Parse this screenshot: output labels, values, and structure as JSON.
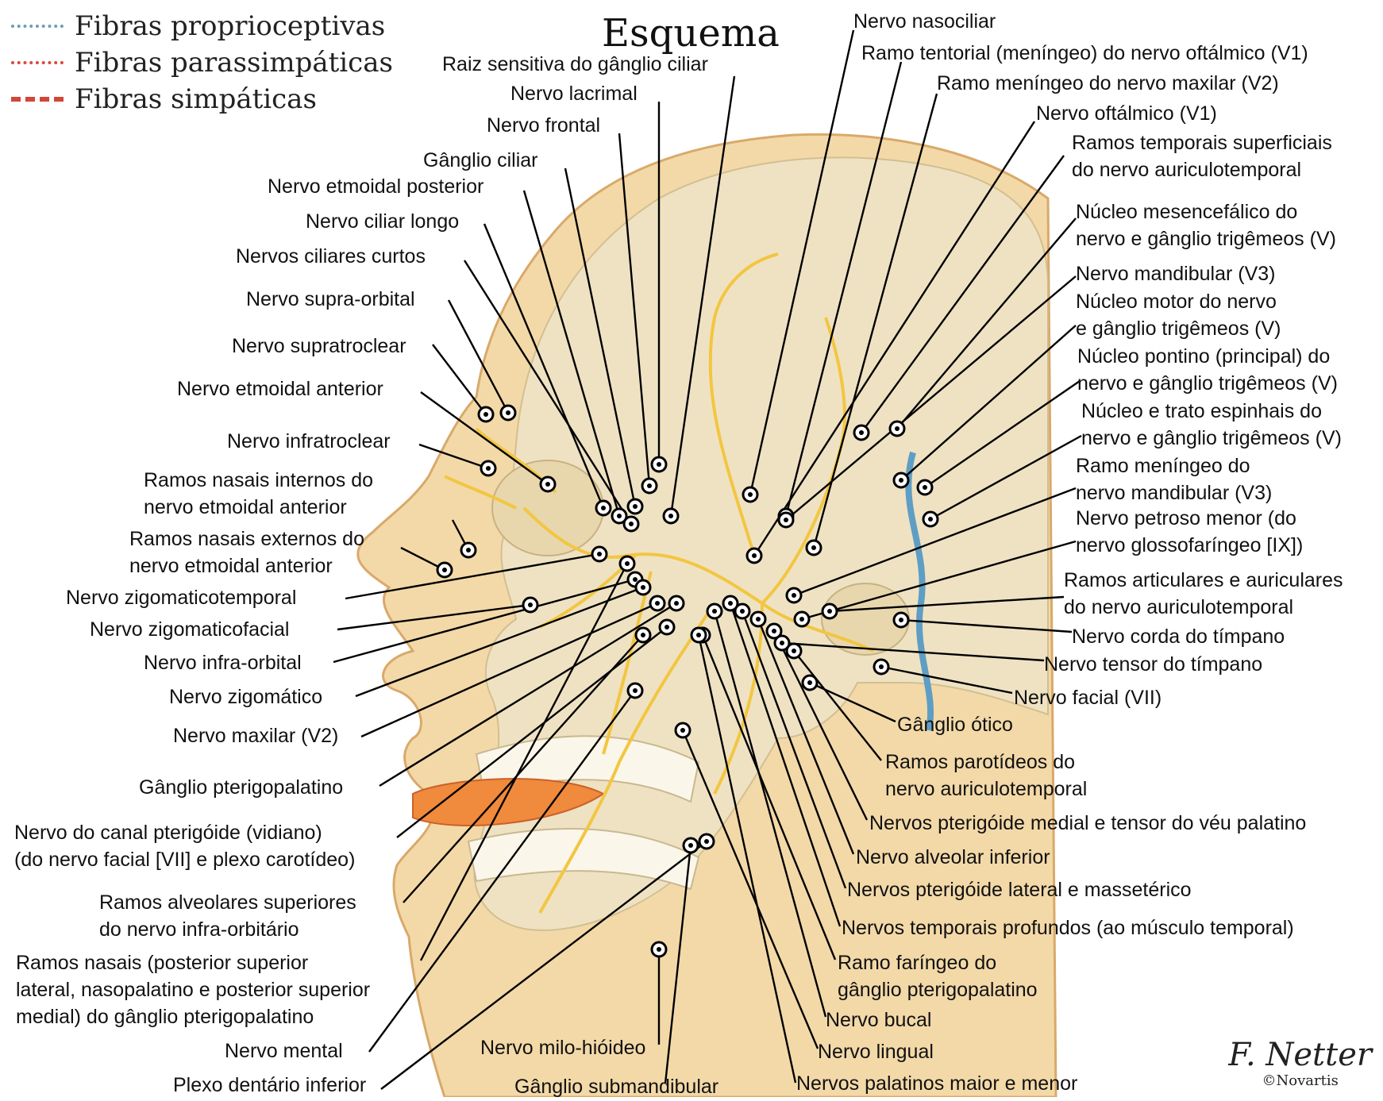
{
  "legend": {
    "items": [
      {
        "label": "Fibras proprioceptivas",
        "color": "#6f9db4",
        "style": "dotted"
      },
      {
        "label": "Fibras parassimpáticas",
        "color": "#d94a3a",
        "style": "dotted"
      },
      {
        "label": "Fibras simpáticas",
        "color": "#d1473a",
        "style": "dashed"
      }
    ]
  },
  "title": "Esquema",
  "labels": [
    {
      "id": "raiz-sensitiva",
      "text": "Raiz sensitiva do gânglio ciliar"
    },
    {
      "id": "nervo-lacrimal",
      "text": "Nervo lacrimal"
    },
    {
      "id": "nervo-frontal",
      "text": "Nervo frontal"
    },
    {
      "id": "ganglio-ciliar",
      "text": "Gânglio ciliar"
    },
    {
      "id": "nervo-etmoidal-posterior",
      "text": "Nervo etmoidal posterior"
    },
    {
      "id": "nervo-ciliar-longo",
      "text": "Nervo ciliar longo"
    },
    {
      "id": "nervos-ciliares-curtos",
      "text": "Nervos ciliares curtos"
    },
    {
      "id": "nervo-supra-orbital",
      "text": "Nervo supra-orbital"
    },
    {
      "id": "nervo-supratroclear",
      "text": "Nervo supratroclear"
    },
    {
      "id": "nervo-etmoidal-anterior",
      "text": "Nervo etmoidal anterior"
    },
    {
      "id": "nervo-infratroclear",
      "text": "Nervo infratroclear"
    },
    {
      "id": "ramos-nasais-internos",
      "text": "Ramos nasais internos do\nnervo etmoidal anterior"
    },
    {
      "id": "ramos-nasais-externos",
      "text": "Ramos nasais externos do\nnervo etmoidal anterior"
    },
    {
      "id": "nervo-zigomaticotemporal",
      "text": "Nervo zigomaticotemporal"
    },
    {
      "id": "nervo-zigomaticofacial",
      "text": "Nervo zigomaticofacial"
    },
    {
      "id": "nervo-infra-orbital",
      "text": "Nervo infra-orbital"
    },
    {
      "id": "nervo-zigomatico",
      "text": "Nervo zigomático"
    },
    {
      "id": "nervo-maxilar",
      "text": "Nervo maxilar (V2)"
    },
    {
      "id": "ganglio-pterigopalatino",
      "text": "Gânglio pterigopalatino"
    },
    {
      "id": "nervo-canal-pterigoide",
      "text": "Nervo do canal pterigóide (vidiano)\n(do nervo facial [VII] e plexo carotídeo)"
    },
    {
      "id": "ramos-alveolares-superiores",
      "text": "Ramos alveolares superiores\ndo nervo infra-orbitário"
    },
    {
      "id": "ramos-nasais-ganglio",
      "text": "Ramos nasais (posterior superior\nlateral, nasopalatino e posterior superior\nmedial) do gânglio pterigopalatino"
    },
    {
      "id": "nervo-mental",
      "text": "Nervo mental"
    },
    {
      "id": "plexo-dentario-inferior",
      "text": "Plexo dentário inferior"
    },
    {
      "id": "nervo-milo-hioideo",
      "text": "Nervo milo-hióideo"
    },
    {
      "id": "ganglio-submandibular",
      "text": "Gânglio submandibular"
    },
    {
      "id": "nervo-nasociliar",
      "text": "Nervo nasociliar"
    },
    {
      "id": "ramo-tentorial",
      "text": "Ramo tentorial (meníngeo) do nervo oftálmico (V1)"
    },
    {
      "id": "ramo-meningeo-maxilar",
      "text": "Ramo meníngeo do nervo maxilar (V2)"
    },
    {
      "id": "nervo-oftalmico",
      "text": "Nervo oftálmico (V1)"
    },
    {
      "id": "ramos-temporais-superficiais",
      "text": "Ramos temporais superficiais\ndo nervo auriculotemporal"
    },
    {
      "id": "nucleo-mesencefalico",
      "text": "Núcleo mesencefálico do\nnervo e gânglio trigêmeos (V)"
    },
    {
      "id": "nervo-mandibular",
      "text": "Nervo mandibular (V3)"
    },
    {
      "id": "nucleo-motor",
      "text": "Núcleo motor do nervo\ne gânglio trigêmeos (V)"
    },
    {
      "id": "nucleo-pontino",
      "text": "Núcleo pontino (principal) do\nnervo e gânglio trigêmeos (V)"
    },
    {
      "id": "nucleo-trato-espinhais",
      "text": "Núcleo e trato espinhais do\nnervo e gânglio trigêmeos (V)"
    },
    {
      "id": "ramo-meningeo-mandibular",
      "text": "Ramo meníngeo do\nnervo mandibular (V3)"
    },
    {
      "id": "nervo-petroso-menor",
      "text": "Nervo petroso menor (do\nnervo glossofaríngeo [IX])"
    },
    {
      "id": "ramos-articulares",
      "text": "Ramos articulares e auriculares\ndo nervo auriculotemporal"
    },
    {
      "id": "nervo-corda-timpano",
      "text": "Nervo corda do tímpano"
    },
    {
      "id": "nervo-tensor-timpano",
      "text": "Nervo tensor do tímpano"
    },
    {
      "id": "nervo-facial",
      "text": "Nervo facial (VII)"
    },
    {
      "id": "ganglio-otico",
      "text": "Gânglio ótico"
    },
    {
      "id": "ramos-parotideos",
      "text": "Ramos parotídeos do\nnervo auriculotemporal"
    },
    {
      "id": "nervos-pterigoide-medial",
      "text": "Nervos pterigóide medial e tensor do véu palatino"
    },
    {
      "id": "nervo-alveolar-inferior",
      "text": "Nervo alveolar inferior"
    },
    {
      "id": "nervos-pterigoide-lateral",
      "text": "Nervos pterigóide lateral e massetérico"
    },
    {
      "id": "nervos-temporais-profundos",
      "text": "Nervos temporais profundos (ao músculo temporal)"
    },
    {
      "id": "ramo-faringeo",
      "text": "Ramo faríngeo do\ngânglio pterigopalatino"
    },
    {
      "id": "nervo-bucal",
      "text": "Nervo bucal"
    },
    {
      "id": "nervo-lingual",
      "text": "Nervo lingual"
    },
    {
      "id": "nervos-palatinos",
      "text": "Nervos palatinos maior e menor"
    }
  ],
  "signature": {
    "mark": "F. Netter",
    "credit": "©Novartis"
  },
  "colors": {
    "skin": "#f3d9a8",
    "skin_shade": "#e6b878",
    "skull": "#efe4c8",
    "nerve": "#f2c640",
    "vessel": "#5f9ec4",
    "lips": "#f08a3c",
    "lines": "#000000"
  }
}
